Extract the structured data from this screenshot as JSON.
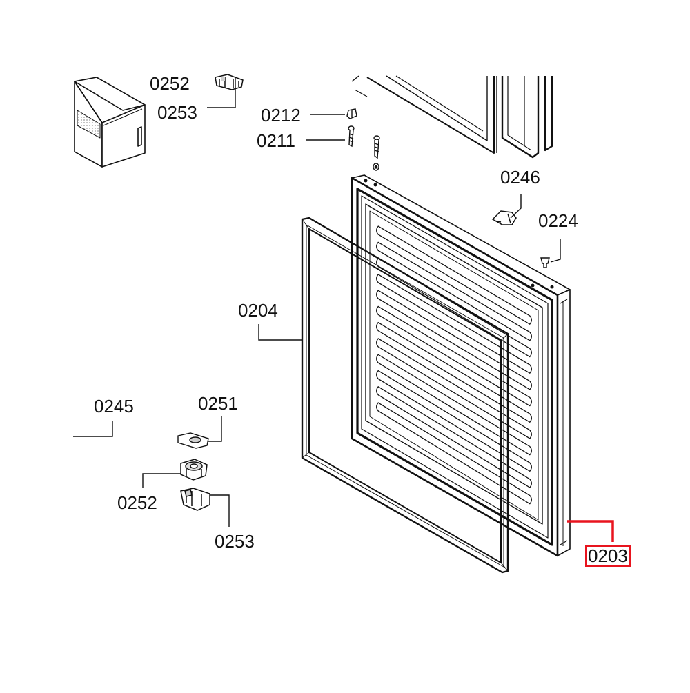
{
  "colors": {
    "line": "#111111",
    "highlight": "#e8141e",
    "paper": "#ffffff",
    "dots": "#9a9a9a"
  },
  "labels": {
    "p0252_top": "0252",
    "p0253_top": "0253",
    "p0212": "0212",
    "p0211": "0211",
    "p0246": "0246",
    "p0224": "0224",
    "p0204": "0204",
    "p0245": "0245",
    "p0251": "0251",
    "p0252_bottom": "0252",
    "p0253_bottom": "0253",
    "p0203": "0203"
  },
  "highlighted_part": "0203"
}
